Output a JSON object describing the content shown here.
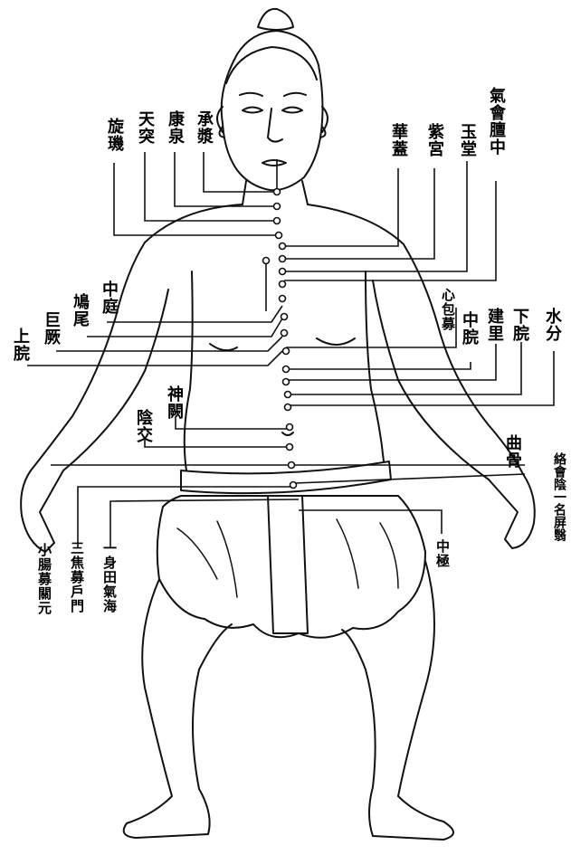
{
  "labels": {
    "qihai_shanzhong": "氣會膻中",
    "yutang": "玉堂",
    "zigong": "紫宮",
    "huagai": "華蓋",
    "chengjiang": "承漿",
    "lianquan": "康泉",
    "tiantu": "天突",
    "xuanji": "旋璣",
    "zhongting": "中庭",
    "jiuwei": "鳩尾",
    "juque": "巨厥",
    "shangwan": "上脘",
    "xinbaomu": "心包募",
    "zhongwan": "中脘",
    "jianli": "建里",
    "xiawan": "下脘",
    "shuifen": "水分",
    "shenque": "神闕",
    "yinjiao": "陰交",
    "qugu": "曲骨",
    "huiyin_mingpingyi": "絡會陰一名屏翳",
    "zhongji": "中極",
    "qihai_dantian": "一身田氣海",
    "shimen": "三焦募戶門",
    "guanyuan": "小腸募關元"
  }
}
